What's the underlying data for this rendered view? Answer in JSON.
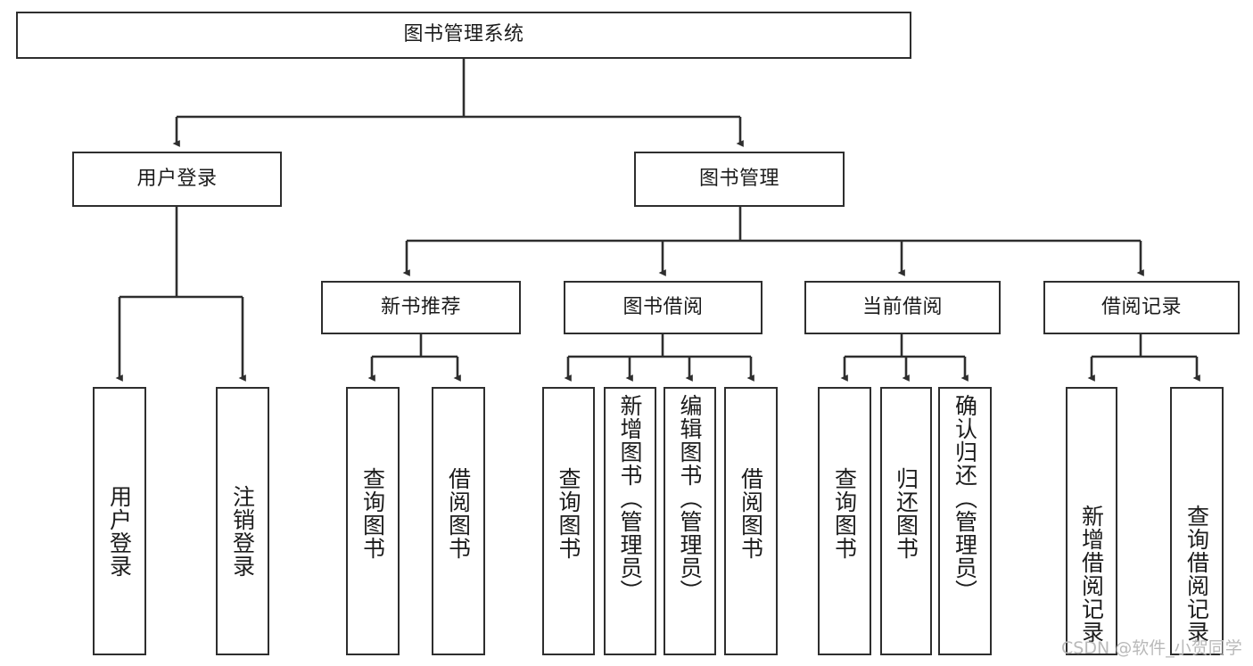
{
  "diagram": {
    "title": "图书管理系统",
    "type": "hierarchy-tree",
    "watermark": "CSDN @软件_小贺同学",
    "colors": {
      "stroke": "#2e2e2e",
      "fill": "#ffffff",
      "text": "#1c1c1c",
      "watermark": "#b9b9b9"
    },
    "root": {
      "label": "图书管理系统"
    },
    "level2": [
      {
        "label": "用户登录"
      },
      {
        "label": "图书管理"
      }
    ],
    "level3": [
      {
        "label": "新书推荐"
      },
      {
        "label": "图书借阅"
      },
      {
        "label": "当前借阅"
      },
      {
        "label": "借阅记录"
      }
    ],
    "leaves": {
      "user_login": [
        {
          "label": "用户登录"
        },
        {
          "label": "注销登录"
        }
      ],
      "new_book_recommend": [
        {
          "label": "查询图书"
        },
        {
          "label": "借阅图书"
        }
      ],
      "book_borrow": [
        {
          "label": "查询图书"
        },
        {
          "label": "新增图书（管理员）"
        },
        {
          "label": "编辑图书（管理员）"
        },
        {
          "label": "借阅图书"
        }
      ],
      "current_borrow": [
        {
          "label": "查询图书"
        },
        {
          "label": "归还图书"
        },
        {
          "label": "确认归还（管理员）"
        }
      ],
      "borrow_records": [
        {
          "label": "新增借阅记录"
        },
        {
          "label": "查询借阅记录"
        }
      ]
    }
  }
}
